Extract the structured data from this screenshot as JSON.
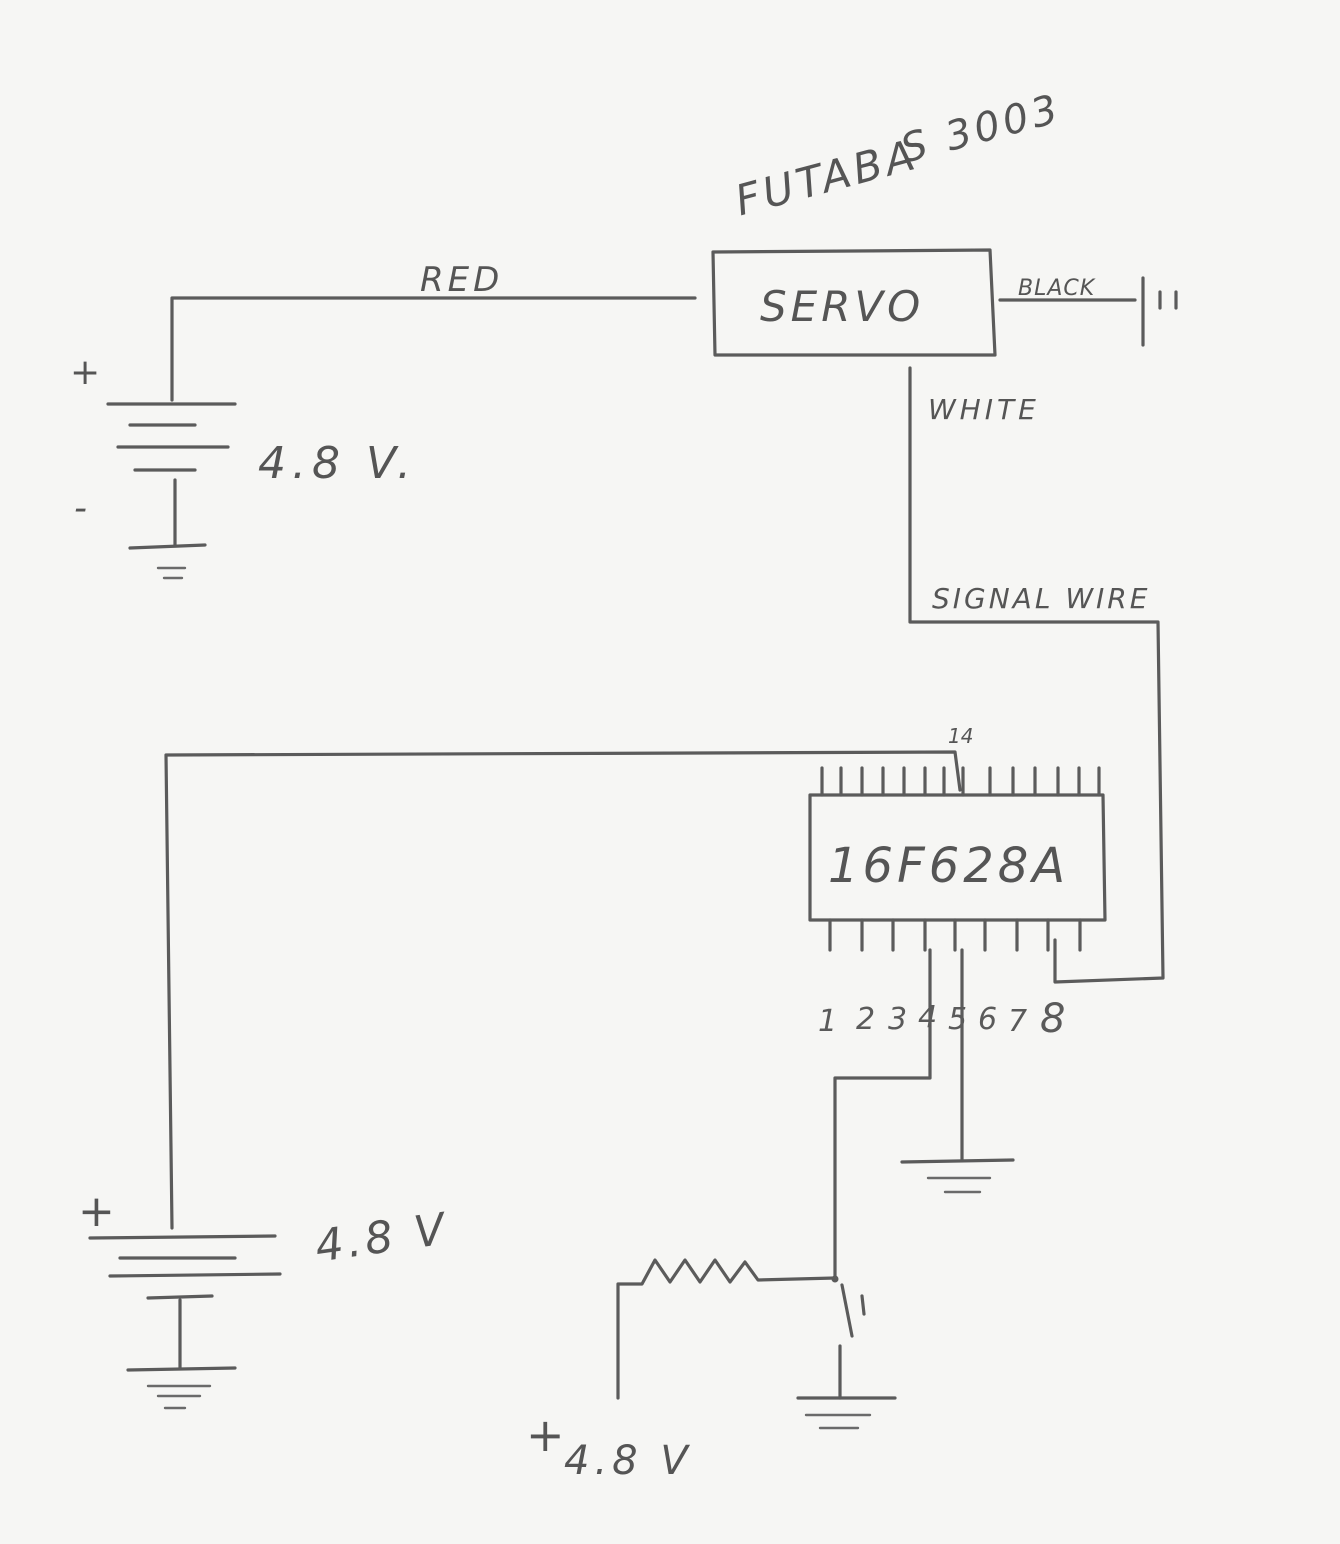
{
  "title": {
    "brand": "FUTABA",
    "model": "S 3003"
  },
  "servo": {
    "label": "SERVO"
  },
  "wires": {
    "red": "RED",
    "black": "BLACK",
    "white": "WHITE",
    "signal": "SIGNAL WIRE"
  },
  "chip": {
    "label": "16F628A",
    "top_pin_mark": "14",
    "pin_numbers": [
      "1",
      "2",
      "3",
      "4",
      "5",
      "6",
      "7",
      "8"
    ]
  },
  "battery_top": {
    "plus": "+",
    "minus": "-",
    "voltage": "4.8 V."
  },
  "battery_bottom": {
    "plus": "+",
    "voltage": "4.8 V"
  },
  "switch_supply": {
    "plus": "+",
    "voltage": "4.8 V"
  },
  "colors": {
    "ink": "#5b5b5b",
    "paper": "#f6f6f4"
  }
}
